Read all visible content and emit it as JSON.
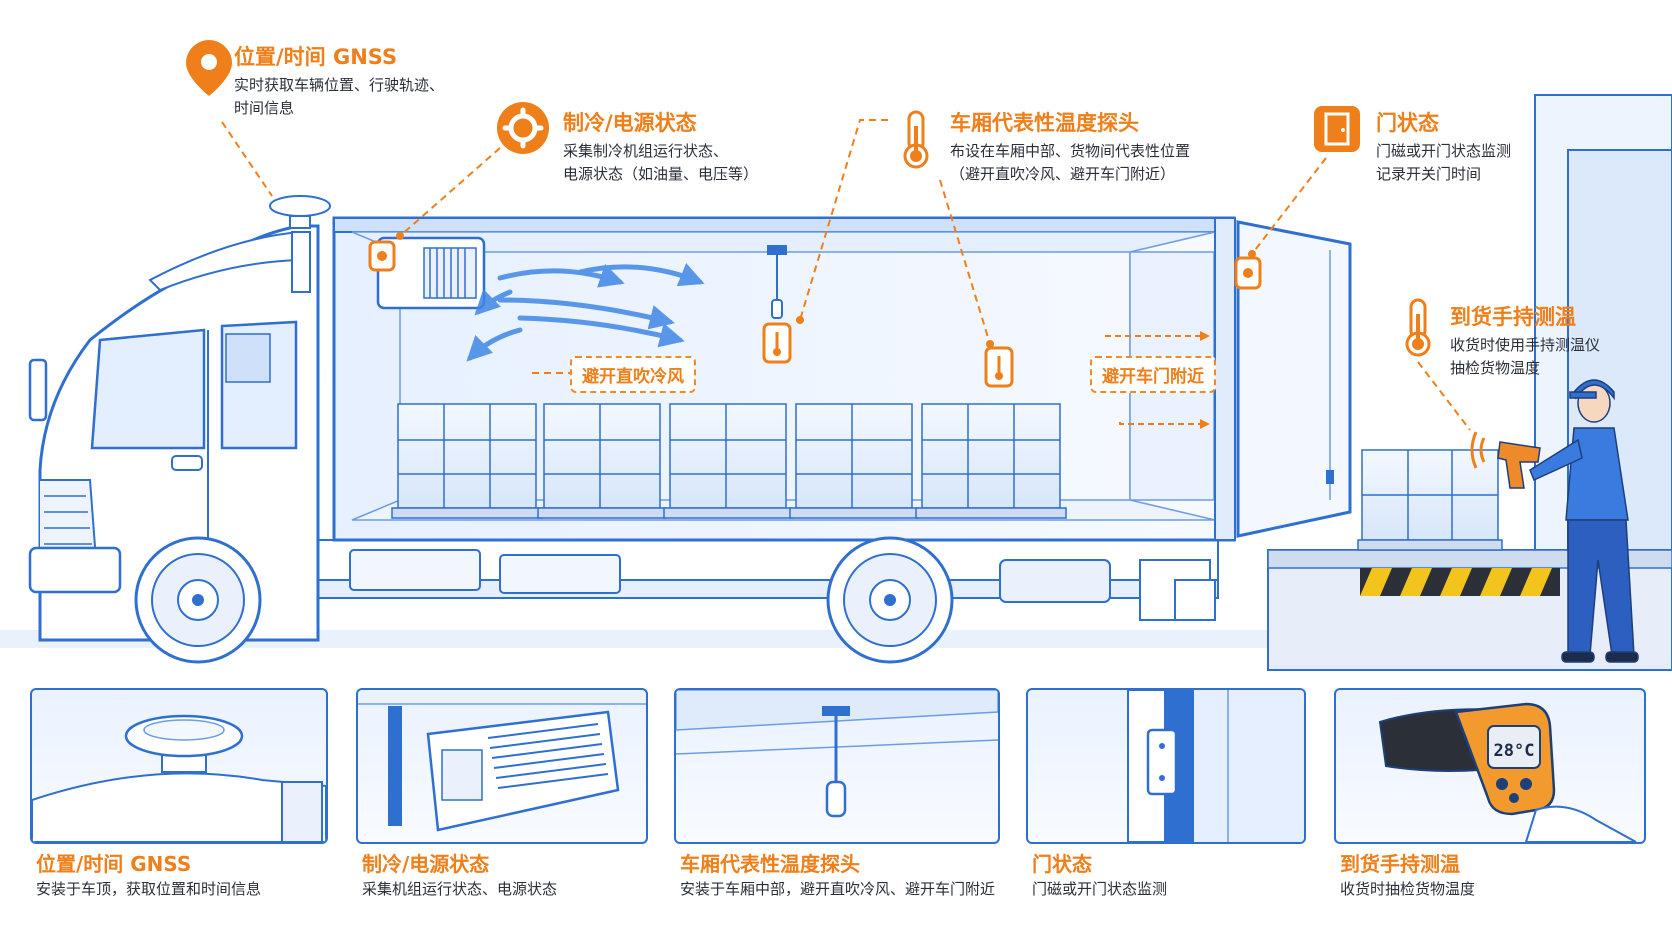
{
  "callouts": {
    "gnss": {
      "title": "位置/时间 GNSS",
      "desc1": "实时获取车辆位置、行驶轨迹、",
      "desc2": "时间信息"
    },
    "refrigeration": {
      "title": "制冷/电源状态",
      "desc1": "采集制冷机组运行状态、",
      "desc2": "电源状态（如油量、电压等）"
    },
    "probe": {
      "title": "车厢代表性温度探头",
      "desc1": "布设在车厢中部、货物间代表性位置",
      "desc2": "（避开直吹冷风、避开车门附近）"
    },
    "door": {
      "title": "门状态",
      "desc1": "门磁或开门状态监测",
      "desc2": "记录开关门时间"
    },
    "handheld": {
      "title": "到货手持测温",
      "desc1": "收货时使用手持测温仪",
      "desc2": "抽检货物温度"
    }
  },
  "tags": {
    "avoid_wind": "避开直吹冷风",
    "avoid_door": "避开车门附近"
  },
  "panels": [
    {
      "title": "位置/时间 GNSS",
      "desc": "安装于车顶，获取位置和时间信息"
    },
    {
      "title": "制冷/电源状态",
      "desc": "采集机组运行状态、电源状态"
    },
    {
      "title": "车厢代表性温度探头",
      "desc": "安装于车厢中部，避开直吹冷风、避开车门附近"
    },
    {
      "title": "门状态",
      "desc": "门磁或开门状态监测"
    },
    {
      "title": "到货手持测温",
      "desc": "收货时抽检货物温度"
    }
  ],
  "thermometer_reading": "28°C",
  "colors": {
    "accent": "#ef7f1a",
    "line": "#2f6fd0",
    "ice": "#dbe9ff",
    "cab": "#ffffff"
  },
  "icons": [
    "location-pin-icon",
    "gear-icon",
    "thermometer-icon",
    "door-icon",
    "handheld-thermometer-icon"
  ]
}
